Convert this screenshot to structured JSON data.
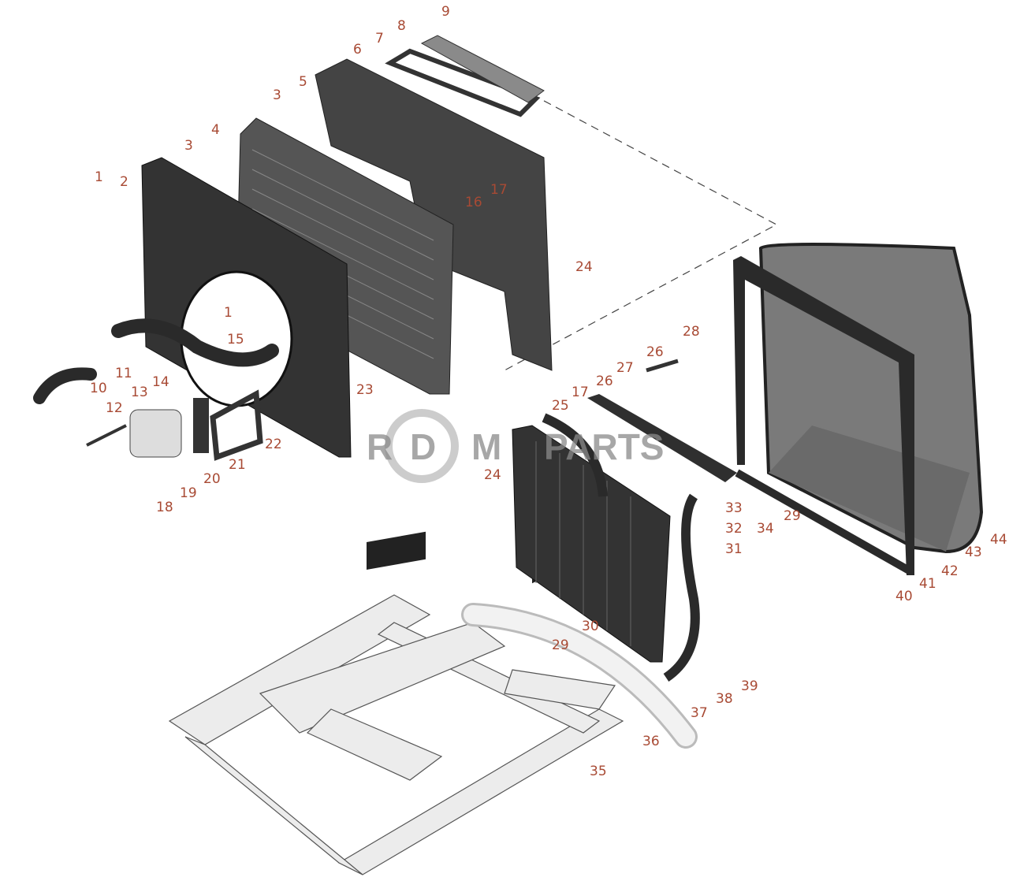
{
  "diagram": {
    "type": "exploded-parts-diagram",
    "callouts": [
      "9",
      "8",
      "7",
      "6",
      "5",
      "3",
      "4",
      "3",
      "2",
      "1",
      "17",
      "16",
      "24",
      "1",
      "15",
      "28",
      "26",
      "27",
      "26",
      "17",
      "11",
      "10",
      "13",
      "14",
      "12",
      "23",
      "25",
      "24",
      "22",
      "21",
      "20",
      "19",
      "18",
      "29",
      "34",
      "33",
      "32",
      "31",
      "44",
      "43",
      "42",
      "41",
      "40",
      "30",
      "29",
      "39",
      "38",
      "37",
      "36",
      "35"
    ],
    "watermark": "RDM PARTS"
  },
  "colors": {
    "callout": "#a84a34",
    "part_dark": "#3a3a3a",
    "part_light": "#e6e6e6"
  }
}
